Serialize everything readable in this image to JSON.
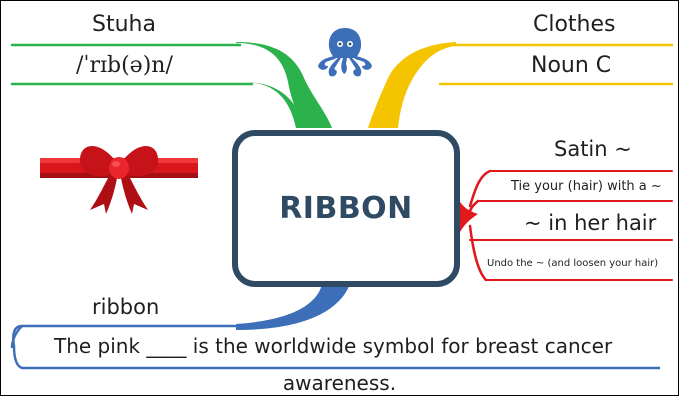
{
  "center": {
    "title": "RIBBON"
  },
  "top_left": {
    "label": "Stuha",
    "pronunciation": "/ˈrɪb(ə)n/"
  },
  "top_right": {
    "label": "Clothes",
    "pos": "Noun C"
  },
  "right": {
    "header": "Satin ~",
    "phrases": [
      "Tie your (hair) with a ~",
      "~ in her hair",
      "Undo the ~ (and loosen your hair)"
    ]
  },
  "bottom": {
    "label": "ribbon",
    "sentence_line1": "The pink ____ is the worldwide symbol for breast cancer",
    "sentence_line2": "awareness."
  },
  "colors": {
    "green": "#2bb24c",
    "yellow": "#f5c400",
    "red": "#e2181c",
    "blue": "#3d6fb8",
    "navy": "#2f4a63"
  }
}
